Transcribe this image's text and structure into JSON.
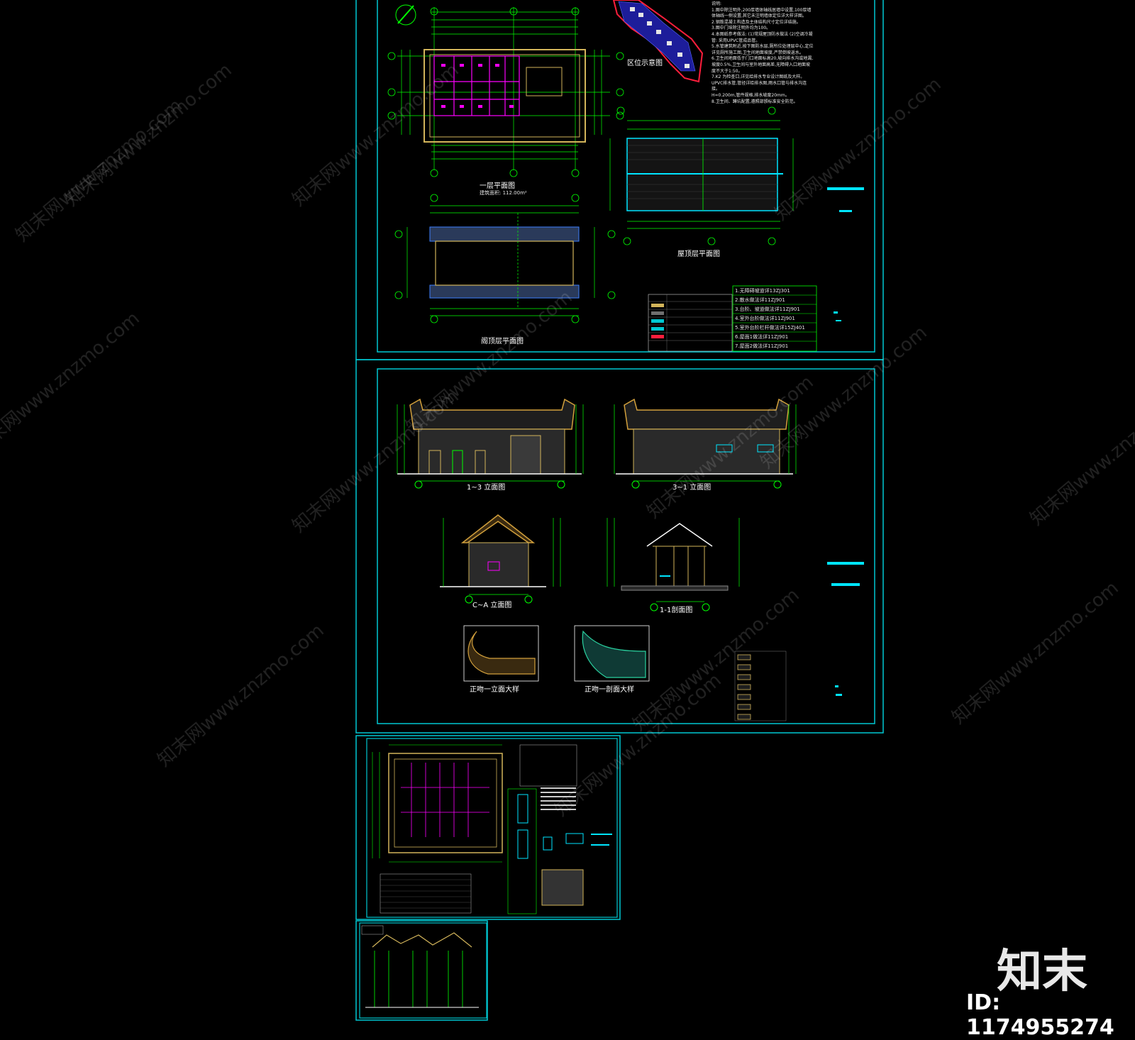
{
  "drawing_set": {
    "sheet1": {
      "plan_title": "一层平面图",
      "plan_area": "建筑面积: 112.00m²",
      "roof_title": "屋顶层平面图",
      "attic_title": "阁顶层平面图",
      "location_title": "区位示意图",
      "notes": [
        "说明:",
        "1.图中除注明外,200厚墙体轴线居墙中设置,100厚墙体轴线一侧设置,其它未注明墙体定位详大样详图。",
        "2.钢筋混凝土构造及主体结构尺寸定位详结施。",
        "3.图中门垛除注明外均为100。",
        "4.本图纸参考做法: (1)常规屋顶防水做法 (2)空调冷凝管: 采用UPVC管成品管。",
        "5.水管建筑附近,按下图防水层,厕所位处理层中心,定位详见厕所施工图,卫生间地面坡度,严禁倒坡返水。",
        "6.卫生间地面低于门口地面标高20,坡向排水沟或地漏,坡度0.5%,卫生间与室外地面高差,无障碍入口地面坡度不大于1:50。",
        "7.K2  为检查口,详见给排水专业设计图纸及大样。UPVC排水管,管径详给排水图,雨水口管与排水沟连接。",
        "H=0.200m,管件规格,排水坡度20mm。",
        "8.卫生间、蹲坑配置,遵照部颁标准安全防范。"
      ],
      "legend_refs": [
        "1.无障碍坡道详13ZJ301",
        "2.散水做法详11ZJ901",
        "3.台阶、坡道做法详11ZJ901",
        "4.室外台阶做法详11ZJ901",
        "5.室外台阶栏杆做法详15ZJ401",
        "6.屋面1做法详11ZJ901",
        "7.屋面2做法详11ZJ901"
      ]
    },
    "sheet2": {
      "elev1": "1~3 立面图",
      "elev2": "3~1 立面图",
      "elev3": "C~A 立面图",
      "section": "1-1剖面图",
      "detail1": "正吻一立面大样",
      "detail2": "正吻一剖面大样"
    }
  },
  "brand": {
    "logo_text": "知末",
    "id_label": "ID: 1174955274",
    "watermark_text": "知末网www.znzmo.com"
  },
  "colors": {
    "background": "#000000",
    "sheet_border": "#00c8d2",
    "dimension": "#00ff00",
    "wall": "#d2b45a",
    "text": "#ffffff",
    "magenta": "#ff00ff",
    "cyan_highlight": "#00e5ff"
  }
}
